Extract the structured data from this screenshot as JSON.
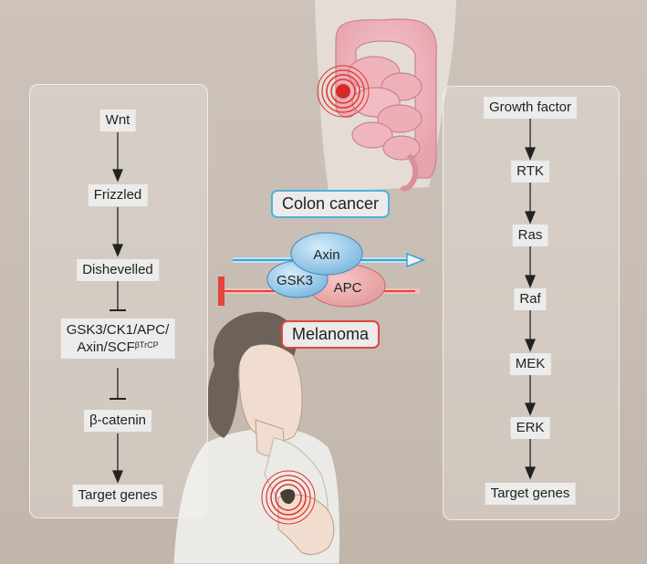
{
  "left_pathway": {
    "wnt": "Wnt",
    "frizzled": "Frizzled",
    "dishevelled": "Dishevelled",
    "complex_line1": "GSK3/CK1/APC/",
    "complex_line2": "Axin/SCF",
    "complex_sup": "βTrCP",
    "beta_catenin": "β-catenin",
    "target_genes": "Target genes"
  },
  "right_pathway": {
    "growth_factor": "Growth factor",
    "rtk": "RTK",
    "ras": "Ras",
    "raf": "Raf",
    "mek": "MEK",
    "erk": "ERK",
    "target_genes": "Target genes"
  },
  "center": {
    "colon_cancer": "Colon cancer",
    "melanoma": "Melanoma",
    "axin": "Axin",
    "gsk3": "GSK3",
    "apc": "APC"
  },
  "colors": {
    "colon_accent": "#4fb3d8",
    "melanoma_accent": "#e0463d",
    "protein_blue": "#8ec8ea"
  }
}
